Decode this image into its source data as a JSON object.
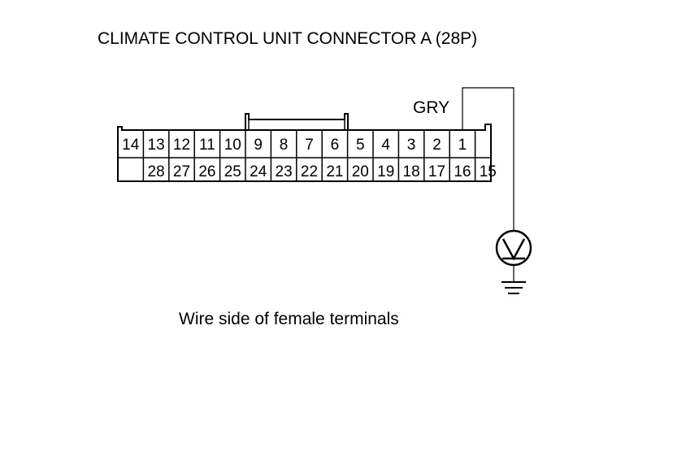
{
  "title": "CLIMATE CONTROL UNIT CONNECTOR A (28P)",
  "caption": "Wire side of female terminals",
  "wire_color": "GRY",
  "connector": {
    "top_row": [
      "14",
      "13",
      "12",
      "11",
      "10",
      "9",
      "8",
      "7",
      "6",
      "5",
      "4",
      "3",
      "2",
      "1",
      ""
    ],
    "bottom_row": [
      "",
      "28",
      "27",
      "26",
      "25",
      "24",
      "23",
      "22",
      "21",
      "20",
      "19",
      "18",
      "17",
      "16",
      "15"
    ],
    "probed_terminal": "1"
  },
  "meter_icon": "voltmeter-icon",
  "ground_icon": "ground-icon",
  "colors": {
    "line": "#000000",
    "background": "#ffffff"
  }
}
